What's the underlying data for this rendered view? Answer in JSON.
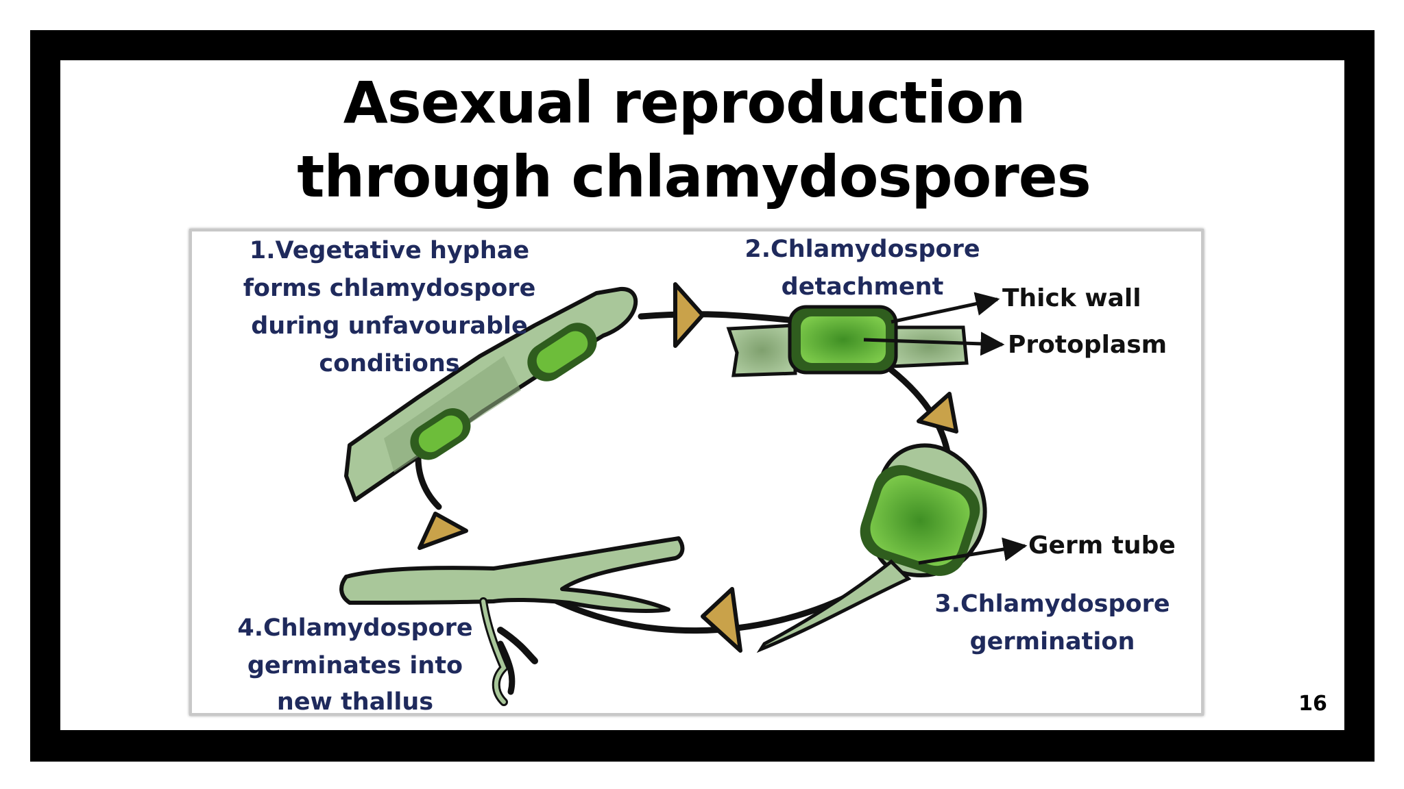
{
  "slide": {
    "title_line_1": "Asexual reproduction",
    "title_line_2": "through chlamydospores",
    "page_number": "16"
  },
  "diagram": {
    "stage_1": [
      "1.Vegetative hyphae",
      "forms chlamydospore",
      "during unfavourable",
      "conditions"
    ],
    "stage_2": [
      "2.Chlamydospore",
      "detachment"
    ],
    "stage_3": [
      "3.Chlamydospore",
      "germination"
    ],
    "stage_4": [
      "4.Chlamydospore",
      "germinates into",
      "new thallus"
    ],
    "callouts": {
      "thick_wall": "Thick wall",
      "protoplasm": "Protoplasm",
      "germ_tube": "Germ tube"
    },
    "colors": {
      "label_text": "#1f2a5c",
      "hypha_fill": "#a9c79a",
      "spore_fill": "#6dbd3a",
      "arrowhead": "#c9a24a",
      "frame": "#000000"
    }
  }
}
